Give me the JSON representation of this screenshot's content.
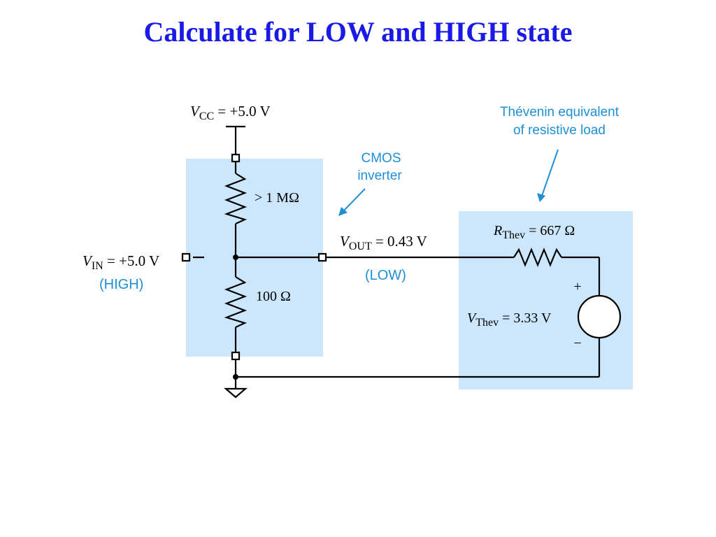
{
  "title": "Calculate for LOW and HIGH state",
  "colors": {
    "title": "#1a1ae6",
    "annotation": "#1e8fd6",
    "box_fill": "#cce6fb",
    "wire": "#000000"
  },
  "labels": {
    "vcc_sym": "V",
    "vcc_sub": "CC",
    "vcc_val": " = +5.0 V",
    "r_top": "> 1 MΩ",
    "r_bottom": "100 Ω",
    "vin_sym": "V",
    "vin_sub": "IN",
    "vin_val": " = +5.0 V",
    "vin_state": "(HIGH)",
    "vout_sym": "V",
    "vout_sub": "OUT",
    "vout_val": " = 0.43 V",
    "vout_state": "(LOW)",
    "cmos_line1": "CMOS",
    "cmos_line2": "inverter",
    "thev_note_line1": "Thévenin equivalent",
    "thev_note_line2": "of resistive load",
    "rthev_sym": "R",
    "rthev_sub": "Thev",
    "rthev_val": " = 667 Ω",
    "vthev_sym": "V",
    "vthev_sub": "Thev",
    "vthev_val": " = 3.33 V",
    "plus": "+",
    "minus": "−"
  },
  "icons": {
    "ground": "ground-icon",
    "voltage_source": "voltage-source-icon",
    "resistor": "resistor-icon"
  }
}
